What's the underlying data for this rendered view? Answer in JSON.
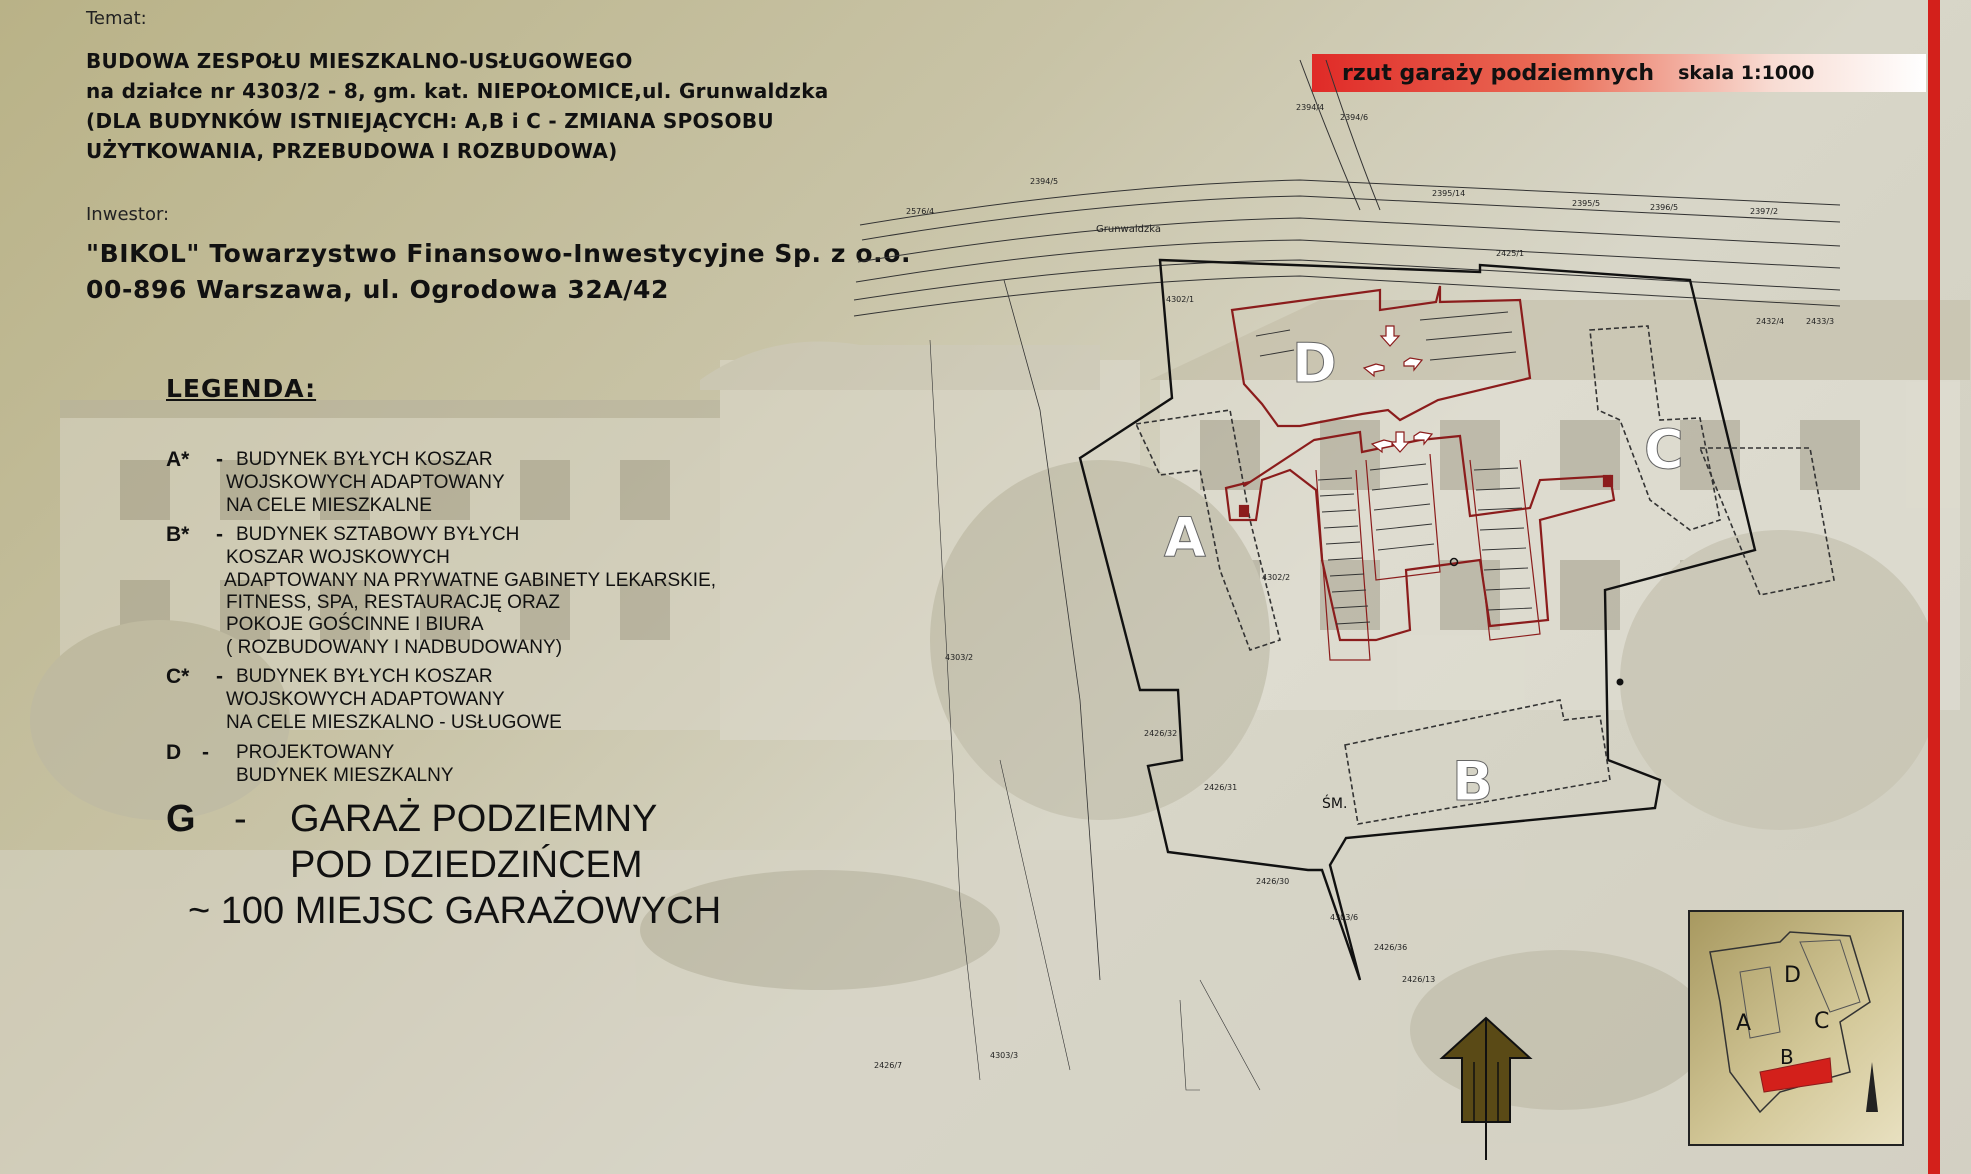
{
  "header": {
    "subject_label": "Temat:",
    "subject_lines": [
      "BUDOWA ZESPOŁU MIESZKALNO-USŁUGOWEGO",
      "na działce nr 4303/2 - 8, gm. kat. NIEPOŁOMICE,ul. Grunwaldzka",
      "(DLA BUDYNKÓW ISTNIEJĄCYCH: A,B i C - ZMIANA SPOSOBU",
      "UŻYTKOWANIA, PRZEBUDOWA I ROZBUDOWA)"
    ],
    "investor_label": "Inwestor:",
    "investor_lines": [
      "\"BIKOL\" Towarzystwo Finansowo-Inwestycyjne Sp. z o.o.",
      "00-896 Warszawa, ul. Ogrodowa 32A/42"
    ]
  },
  "banner": {
    "title": "rzut garaży podziemnych",
    "scale": "skala 1:1000"
  },
  "legend": {
    "title": "LEGENDA:",
    "items": [
      {
        "key": "A*",
        "dash": "-",
        "lines": [
          "BUDYNEK BYŁYCH KOSZAR",
          "WOJSKOWYCH ADAPTOWANY",
          "NA CELE MIESZKALNE"
        ]
      },
      {
        "key": "B*",
        "dash": "-",
        "lines": [
          "BUDYNEK SZTABOWY BYŁYCH",
          "KOSZAR WOJSKOWYCH",
          "ADAPTOWANY NA PRYWATNE GABINETY LEKARSKIE,",
          "FITNESS, SPA, RESTAURACJĘ ORAZ",
          "POKOJE GOŚCINNE I BIURA",
          "( ROZBUDOWANY I  NADBUDOWANY)"
        ]
      },
      {
        "key": "C*",
        "dash": "-",
        "lines": [
          "BUDYNEK BYŁYCH KOSZAR",
          "WOJSKOWYCH ADAPTOWANY",
          "NA CELE MIESZKALNO - USŁUGOWE"
        ]
      },
      {
        "key": "D",
        "dash": "-",
        "lines": [
          "PROJEKTOWANY",
          "BUDYNEK MIESZKALNY"
        ]
      }
    ],
    "garage": {
      "key": "G",
      "dash": "-",
      "lines": [
        "GARAŻ PODZIEMNY",
        "POD DZIEDZIŃCEM",
        "~ 100 MIEJSC GARAŻOWYCH"
      ]
    }
  },
  "plan": {
    "buildings": [
      "A",
      "B",
      "C",
      "D"
    ],
    "street": "Grunwaldzka",
    "parcel_labels": [
      "4302/1",
      "4302/2",
      "4303/2",
      "4303/3",
      "4303/6",
      "2426/31",
      "2426/30",
      "2426/32",
      "2426/36",
      "2426/13",
      "2426/7",
      "2394/5",
      "2394/4",
      "2394/6",
      "2395/14",
      "2395/5",
      "2396/5",
      "2397/2",
      "2425/1",
      "2432/4",
      "2433/3",
      "2576/4"
    ],
    "mark_sm": "ŚM.",
    "inset_buildings": [
      "A",
      "B",
      "C",
      "D"
    ]
  },
  "colors": {
    "accent": "#d3201b",
    "garage_outline": "#8b1c1c",
    "arrow_fill": "#5a4a16"
  }
}
